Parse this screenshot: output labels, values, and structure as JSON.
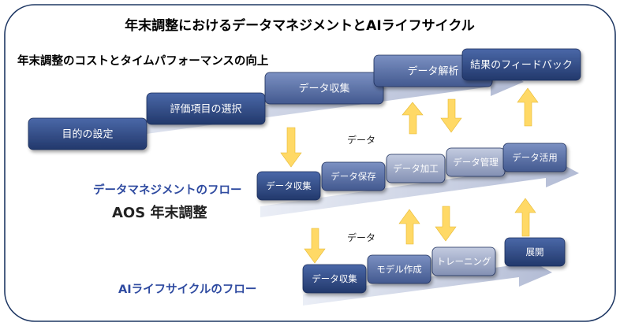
{
  "title": "年末調整におけるデータマネジメントとAIライフサイクル",
  "subtitle": "年末調整のコストとタイムパフォーマンスの向上",
  "rows": {
    "top": {
      "steps": [
        "目的の設定",
        "評価項目の選択",
        "データ収集",
        "データ解析",
        "結果のフィードバック"
      ]
    },
    "middle": {
      "label": "データマネジメントのフロー",
      "product": "AOS 年末調整",
      "data_label": "データ",
      "steps": [
        "データ収集",
        "データ保存",
        "データ加工",
        "データ管理",
        "データ活用"
      ]
    },
    "bottom": {
      "label": "AIライフサイクルのフロー",
      "data_label": "データ",
      "steps": [
        "データ収集",
        "モデル作成",
        "トレーニング",
        "展開"
      ]
    }
  },
  "colors": {
    "frame": "#1f3864",
    "title_text": "#000000",
    "label_text": "#2e4aa0",
    "dark_box": "#2f4d8c",
    "mid_box": "#5b73ad",
    "light_box": "#9aa5c4",
    "track": "#bfc7dc",
    "arrow": "#ffd966"
  }
}
